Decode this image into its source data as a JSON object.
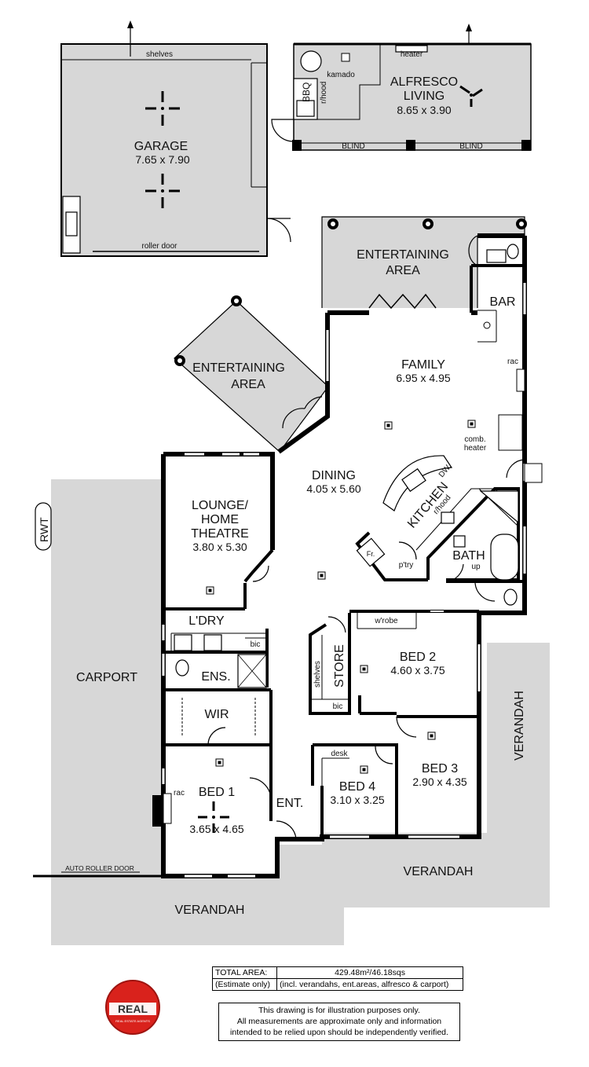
{
  "rooms": {
    "garage": {
      "name": "GARAGE",
      "dims": "7.65 x 7.90",
      "shelves": "shelves",
      "roller_door": "roller door"
    },
    "alfresco": {
      "name1": "ALFRESCO",
      "name2": "LIVING",
      "dims": "8.65 x 3.90",
      "heater": "heater",
      "kamado": "kamado",
      "bbq": "BBQ",
      "rhood": "r/hood",
      "blind_left": "BLIND",
      "blind_right": "BLIND"
    },
    "entertaining_top": {
      "name1": "ENTERTAINING",
      "name2": "AREA"
    },
    "entertaining_left": {
      "name1": "ENTERTAINING",
      "name2": "AREA"
    },
    "bar": {
      "name": "BAR"
    },
    "family": {
      "name": "FAMILY",
      "dims": "6.95 x 4.95",
      "rac": "rac",
      "comb_heater1": "comb.",
      "comb_heater2": "heater"
    },
    "dining": {
      "name": "DINING",
      "dims": "4.05 x 5.60"
    },
    "kitchen": {
      "name": "KITCHEN",
      "dw": "DW.",
      "rhood": "r/hood",
      "fridge": "Fr.",
      "pantry": "p'try"
    },
    "bath": {
      "name": "BATH",
      "up": "up"
    },
    "lounge": {
      "name1": "LOUNGE/",
      "name2": "HOME",
      "name3": "THEATRE",
      "dims": "3.80 x 5.30"
    },
    "laundry": {
      "name": "L'DRY",
      "bic": "bic"
    },
    "ensuite": {
      "name": "ENS."
    },
    "wir": {
      "name": "WIR"
    },
    "bed1": {
      "name": "BED 1",
      "dims": "3.65 x 4.65",
      "rac": "rac"
    },
    "store": {
      "name": "STORE",
      "shelves": "shelves",
      "bic": "bic"
    },
    "bed2": {
      "name": "BED 2",
      "dims": "4.60 x 3.75",
      "wrobe": "w'robe"
    },
    "bed3": {
      "name": "BED 3",
      "dims": "2.90 x 4.35"
    },
    "bed4": {
      "name": "BED 4",
      "dims": "3.10 x 3.25",
      "desk": "desk"
    },
    "entry": {
      "name": "ENT."
    },
    "carport": {
      "name": "CARPORT",
      "rwt": "RWT",
      "auto_door": "AUTO ROLLER DOOR"
    },
    "verandah_right": {
      "name": "VERANDAH"
    },
    "verandah_front": {
      "name": "VERANDAH"
    },
    "verandah_bottom": {
      "name": "VERANDAH"
    }
  },
  "info": {
    "total_label": "TOTAL AREA:",
    "total_value": "429.48m²/46.18sqs",
    "estimate_label": "(Estimate only)",
    "estimate_note": "(incl. verandahs, ent.areas, alfresco & carport)",
    "disclaimer_1": "This drawing is for illustration purposes only.",
    "disclaimer_2": "All measurements are approximate only and information",
    "disclaimer_3": "intended to be relied upon should be independently verified."
  },
  "logo": {
    "text": "REAL",
    "sub": "REAL ESTATE AGENTS",
    "color": "#d9221c"
  }
}
